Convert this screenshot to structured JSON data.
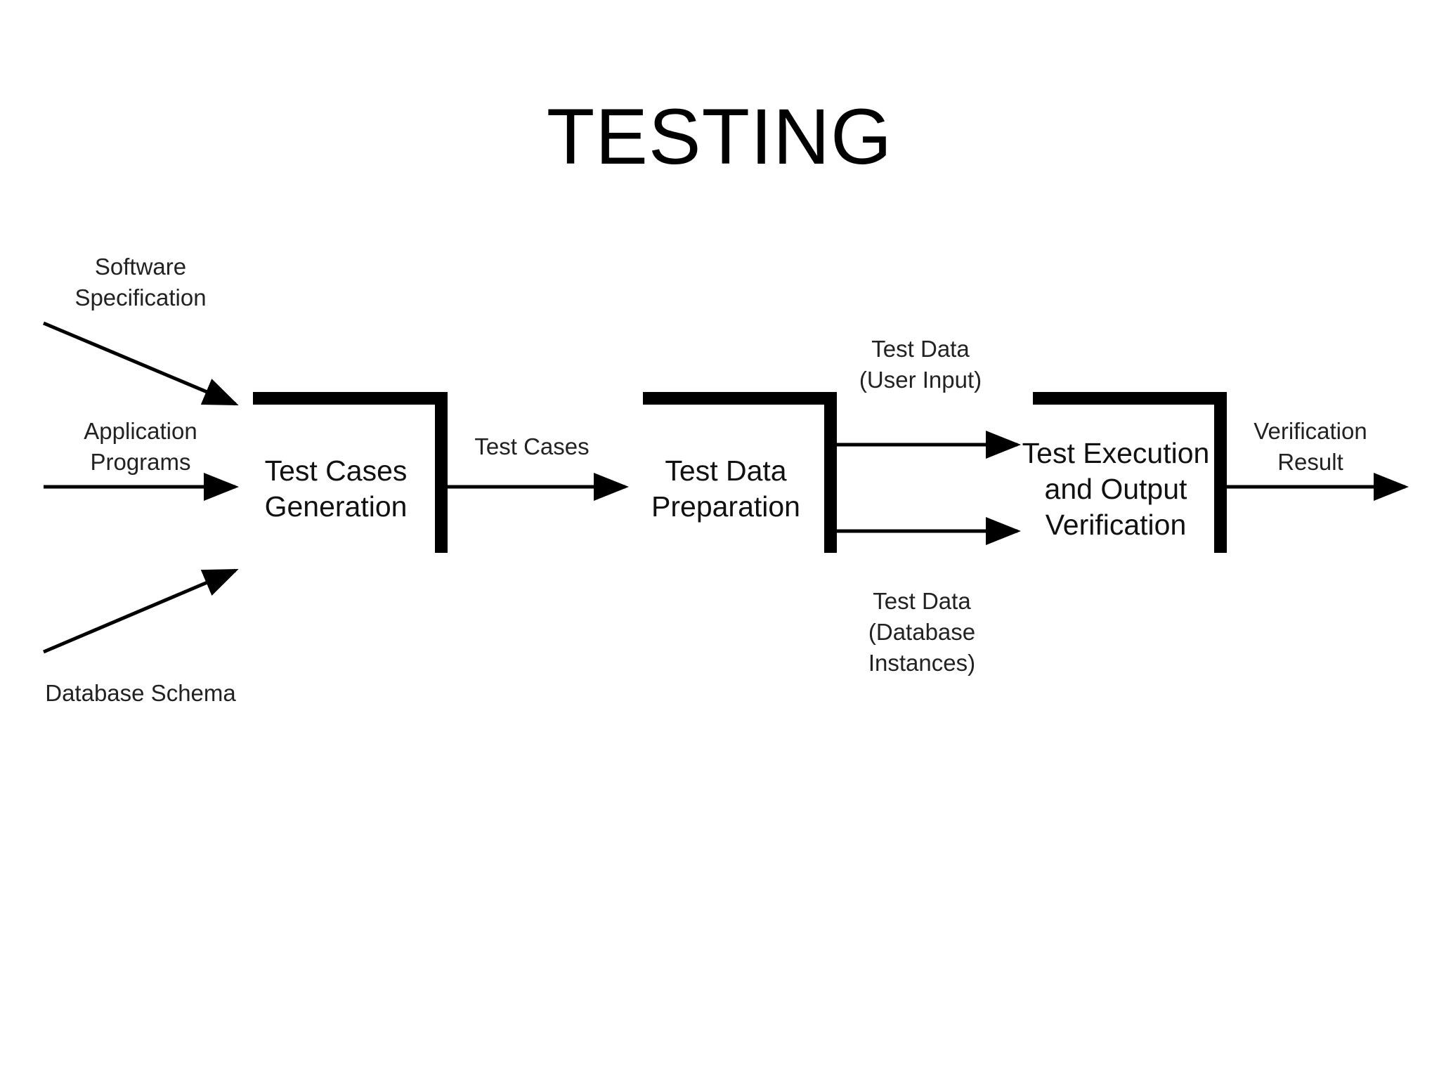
{
  "title": "TESTING",
  "inputs": {
    "software_specification": [
      "Software",
      "Specification"
    ],
    "application_programs": [
      "Application",
      "Programs"
    ],
    "database_schema": [
      "Database Schema"
    ]
  },
  "steps": {
    "test_cases_generation": [
      "Test Cases",
      "Generation"
    ],
    "test_data_preparation": [
      "Test Data",
      "Preparation"
    ],
    "test_execution": [
      "Test Execution",
      "and Output",
      "Verification"
    ]
  },
  "flows": {
    "test_cases": "Test Cases",
    "test_data_user_input": [
      "Test Data",
      "(User Input)"
    ],
    "test_data_database_instances": [
      "Test Data",
      "(Database",
      "Instances)"
    ],
    "verification_result": [
      "Verification",
      "Result"
    ]
  },
  "colors": {
    "line": "#000000",
    "text": "#222222",
    "background": "#ffffff"
  }
}
